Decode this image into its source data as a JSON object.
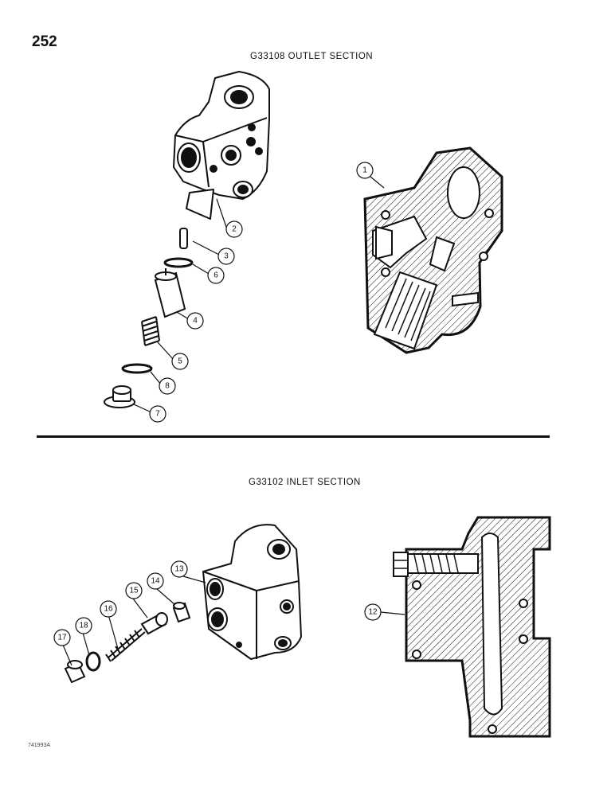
{
  "page_number": "252",
  "sections": {
    "outlet": {
      "title": "G33108 OUTLET SECTION"
    },
    "inlet": {
      "title": "G33102 INLET SECTION"
    }
  },
  "callouts": {
    "c1": "1",
    "c2": "2",
    "c3": "3",
    "c4": "4",
    "c5": "5",
    "c6": "6",
    "c7": "7",
    "c8": "8",
    "c12": "12",
    "c13": "13",
    "c14": "14",
    "c15": "15",
    "c16": "16",
    "c17": "17",
    "c18": "18"
  },
  "reference_code": "741993A"
}
